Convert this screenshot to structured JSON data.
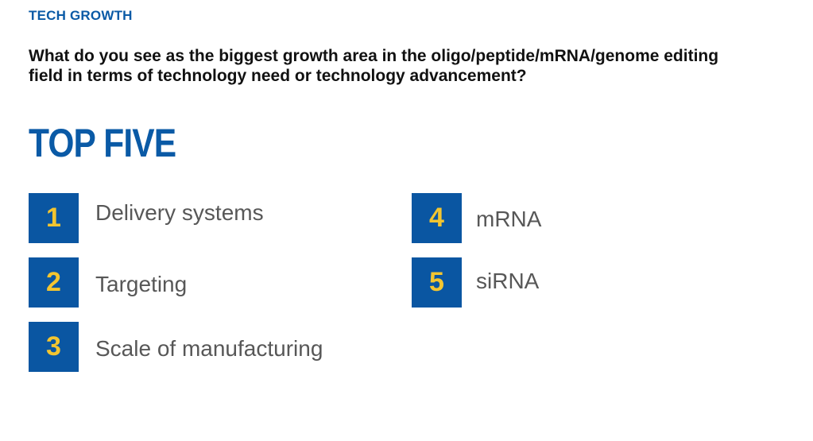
{
  "header": {
    "kicker": "TECH GROWTH",
    "question": "What do you see as the biggest growth area in the oligo/peptide/mRNA/genome editing field in terms of technology need or technology advancement?",
    "headline": "TOP FIVE"
  },
  "colors": {
    "brand_blue": "#0a56a2",
    "badge_number": "#f3c530",
    "label_gray": "#575757"
  },
  "items": [
    {
      "rank": "1",
      "label": "Delivery systems"
    },
    {
      "rank": "2",
      "label": "Targeting"
    },
    {
      "rank": "3",
      "label": "Scale of manufacturing"
    },
    {
      "rank": "4",
      "label": "mRNA"
    },
    {
      "rank": "5",
      "label": "siRNA"
    }
  ]
}
